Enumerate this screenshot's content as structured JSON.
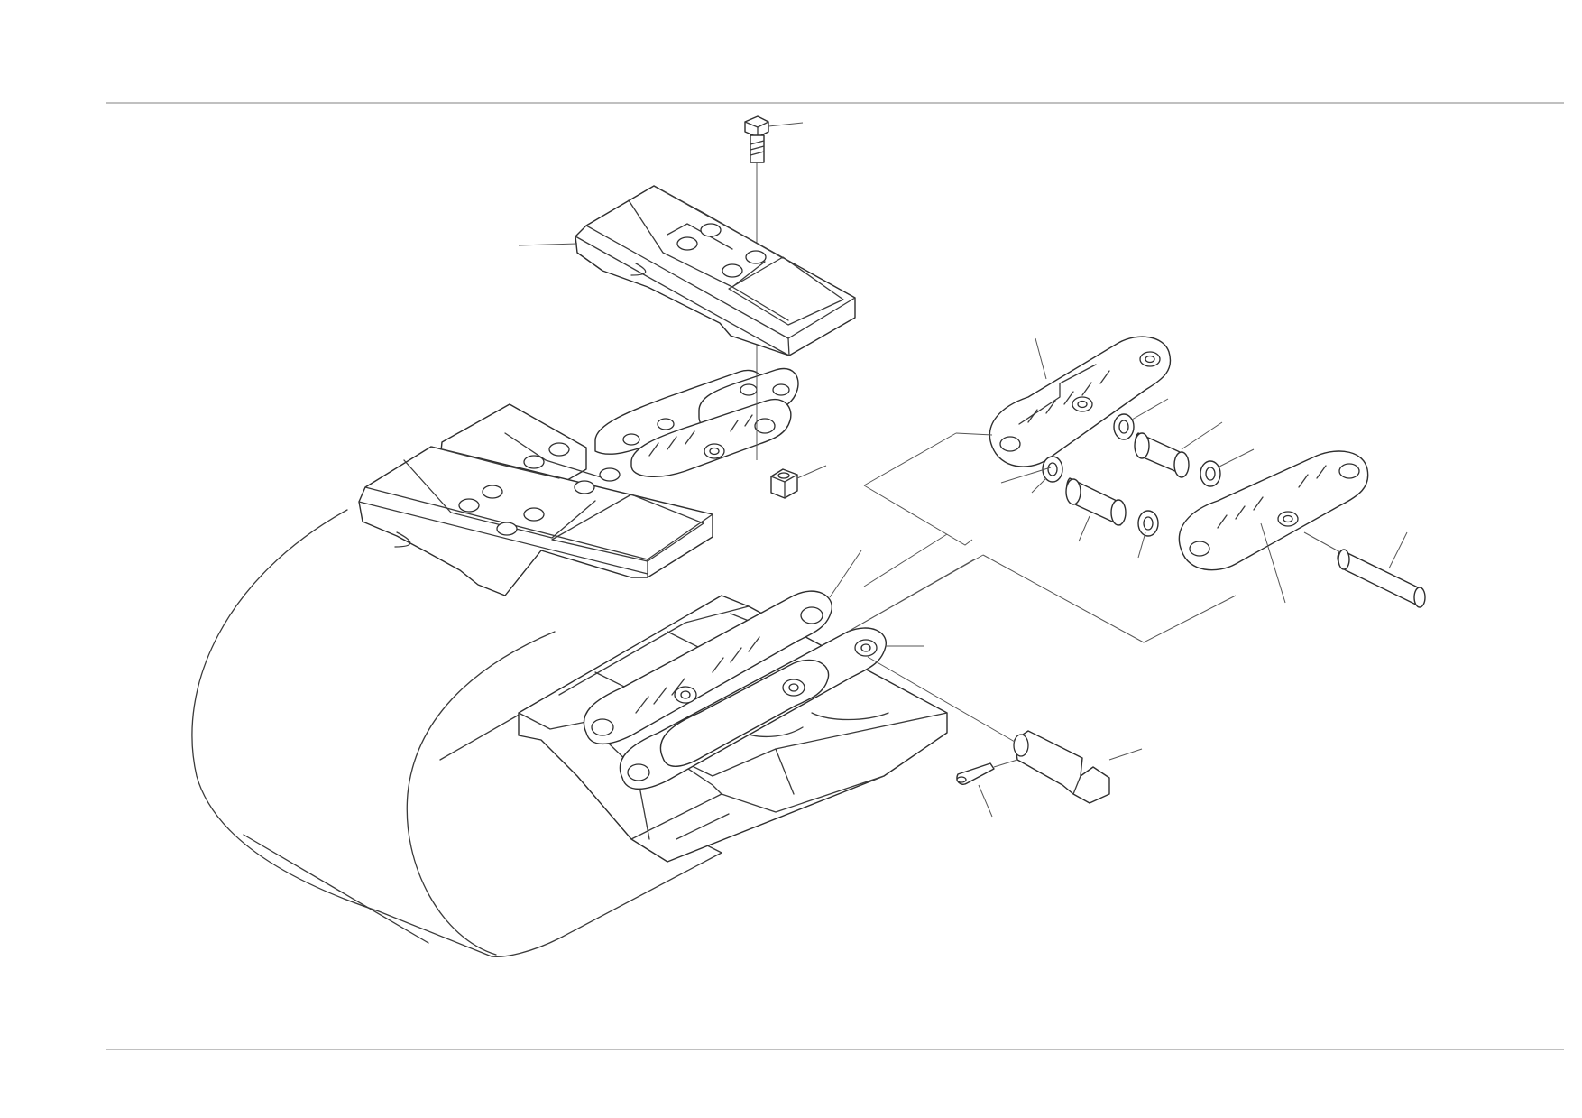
{
  "drawing": {
    "line_color": "#2e2e2e",
    "rule_color": "#9a9a9a",
    "background": "#ffffff",
    "parts": [
      "bolt",
      "track-shoe",
      "nut",
      "track-link-assembly",
      "master-link",
      "seal",
      "bushing",
      "track-pin",
      "master-pin",
      "cotter-pin",
      "link-segment",
      "rubber-track-belt"
    ]
  }
}
